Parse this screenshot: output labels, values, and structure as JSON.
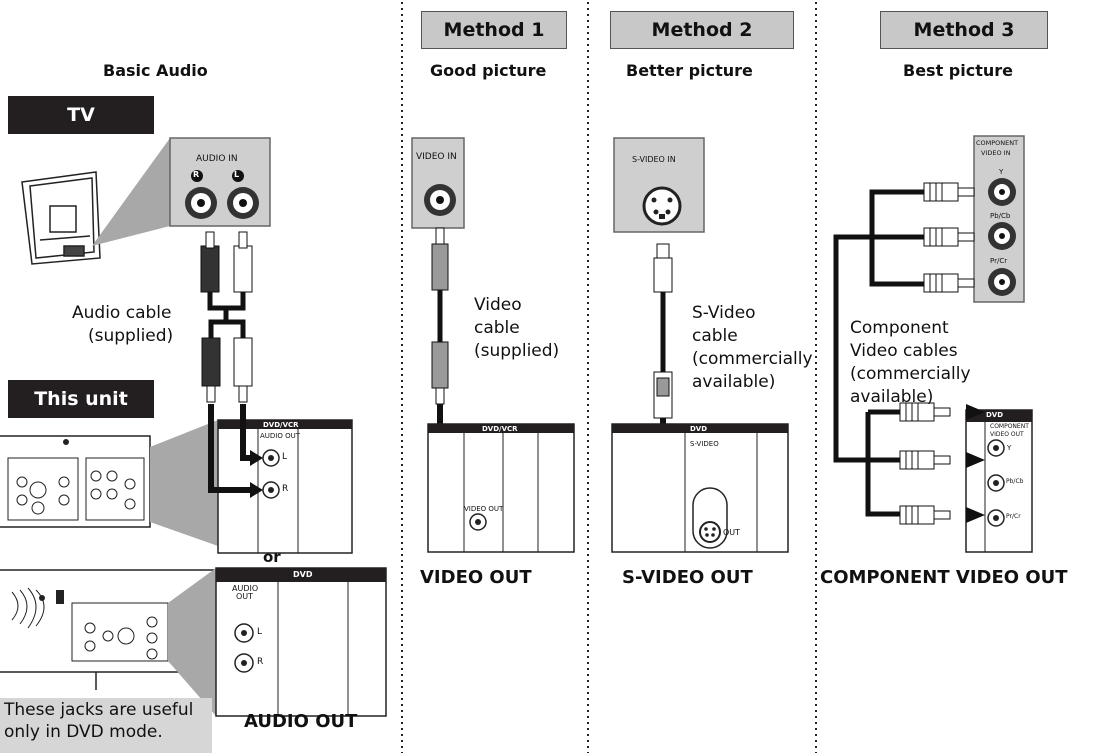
{
  "left": {
    "heading": "Basic Audio",
    "tv_label": "TV",
    "unit_label": "This unit",
    "audio_in": "AUDIO IN",
    "r_letter": "R",
    "l_letter": "L",
    "cable_line1": "Audio cable",
    "cable_line2": "(supplied)",
    "dvdvcr_tag": "DVD/VCR",
    "audio_out_small": "AUDIO OUT",
    "jack_l": "L",
    "jack_r": "R",
    "or": "or",
    "dvd_tag": "DVD",
    "audio_out_dvd_1": "AUDIO",
    "audio_out_dvd_2": "OUT",
    "jack_l2": "L",
    "jack_r2": "R",
    "note_line1": "These jacks are useful",
    "note_line2": "only in DVD mode.",
    "bottom_label": "AUDIO OUT"
  },
  "methods": [
    {
      "title": "Method 1",
      "subtitle": "Good picture",
      "input_label": "VIDEO IN",
      "cable": [
        "Video",
        "cable",
        "(supplied)"
      ],
      "unit_tag": "DVD/VCR",
      "jack_label": "VIDEO OUT",
      "bottom_label": "VIDEO OUT"
    },
    {
      "title": "Method 2",
      "subtitle": "Better picture",
      "input_label": "S-VIDEO IN",
      "cable": [
        "S-Video",
        "cable",
        "(commercially",
        "available)"
      ],
      "unit_tag": "DVD",
      "unit_sub": "S-VIDEO",
      "jack_label": "OUT",
      "bottom_label": "S-VIDEO OUT"
    },
    {
      "title": "Method 3",
      "subtitle": "Best picture",
      "input_label_1": "COMPONENT",
      "input_label_2": "VIDEO IN",
      "y": "Y",
      "pb": "Pb/Cb",
      "pr": "Pr/Cr",
      "cable": [
        "Component",
        "Video cables",
        "(commercially",
        "available)"
      ],
      "unit_tag": "DVD",
      "unit_sub_1": "COMPONENT",
      "unit_sub_2": "VIDEO OUT",
      "out_y": "Y",
      "out_pb": "Pb/Cb",
      "out_pr": "Pr/Cr",
      "bottom_label": "COMPONENT VIDEO OUT"
    }
  ]
}
